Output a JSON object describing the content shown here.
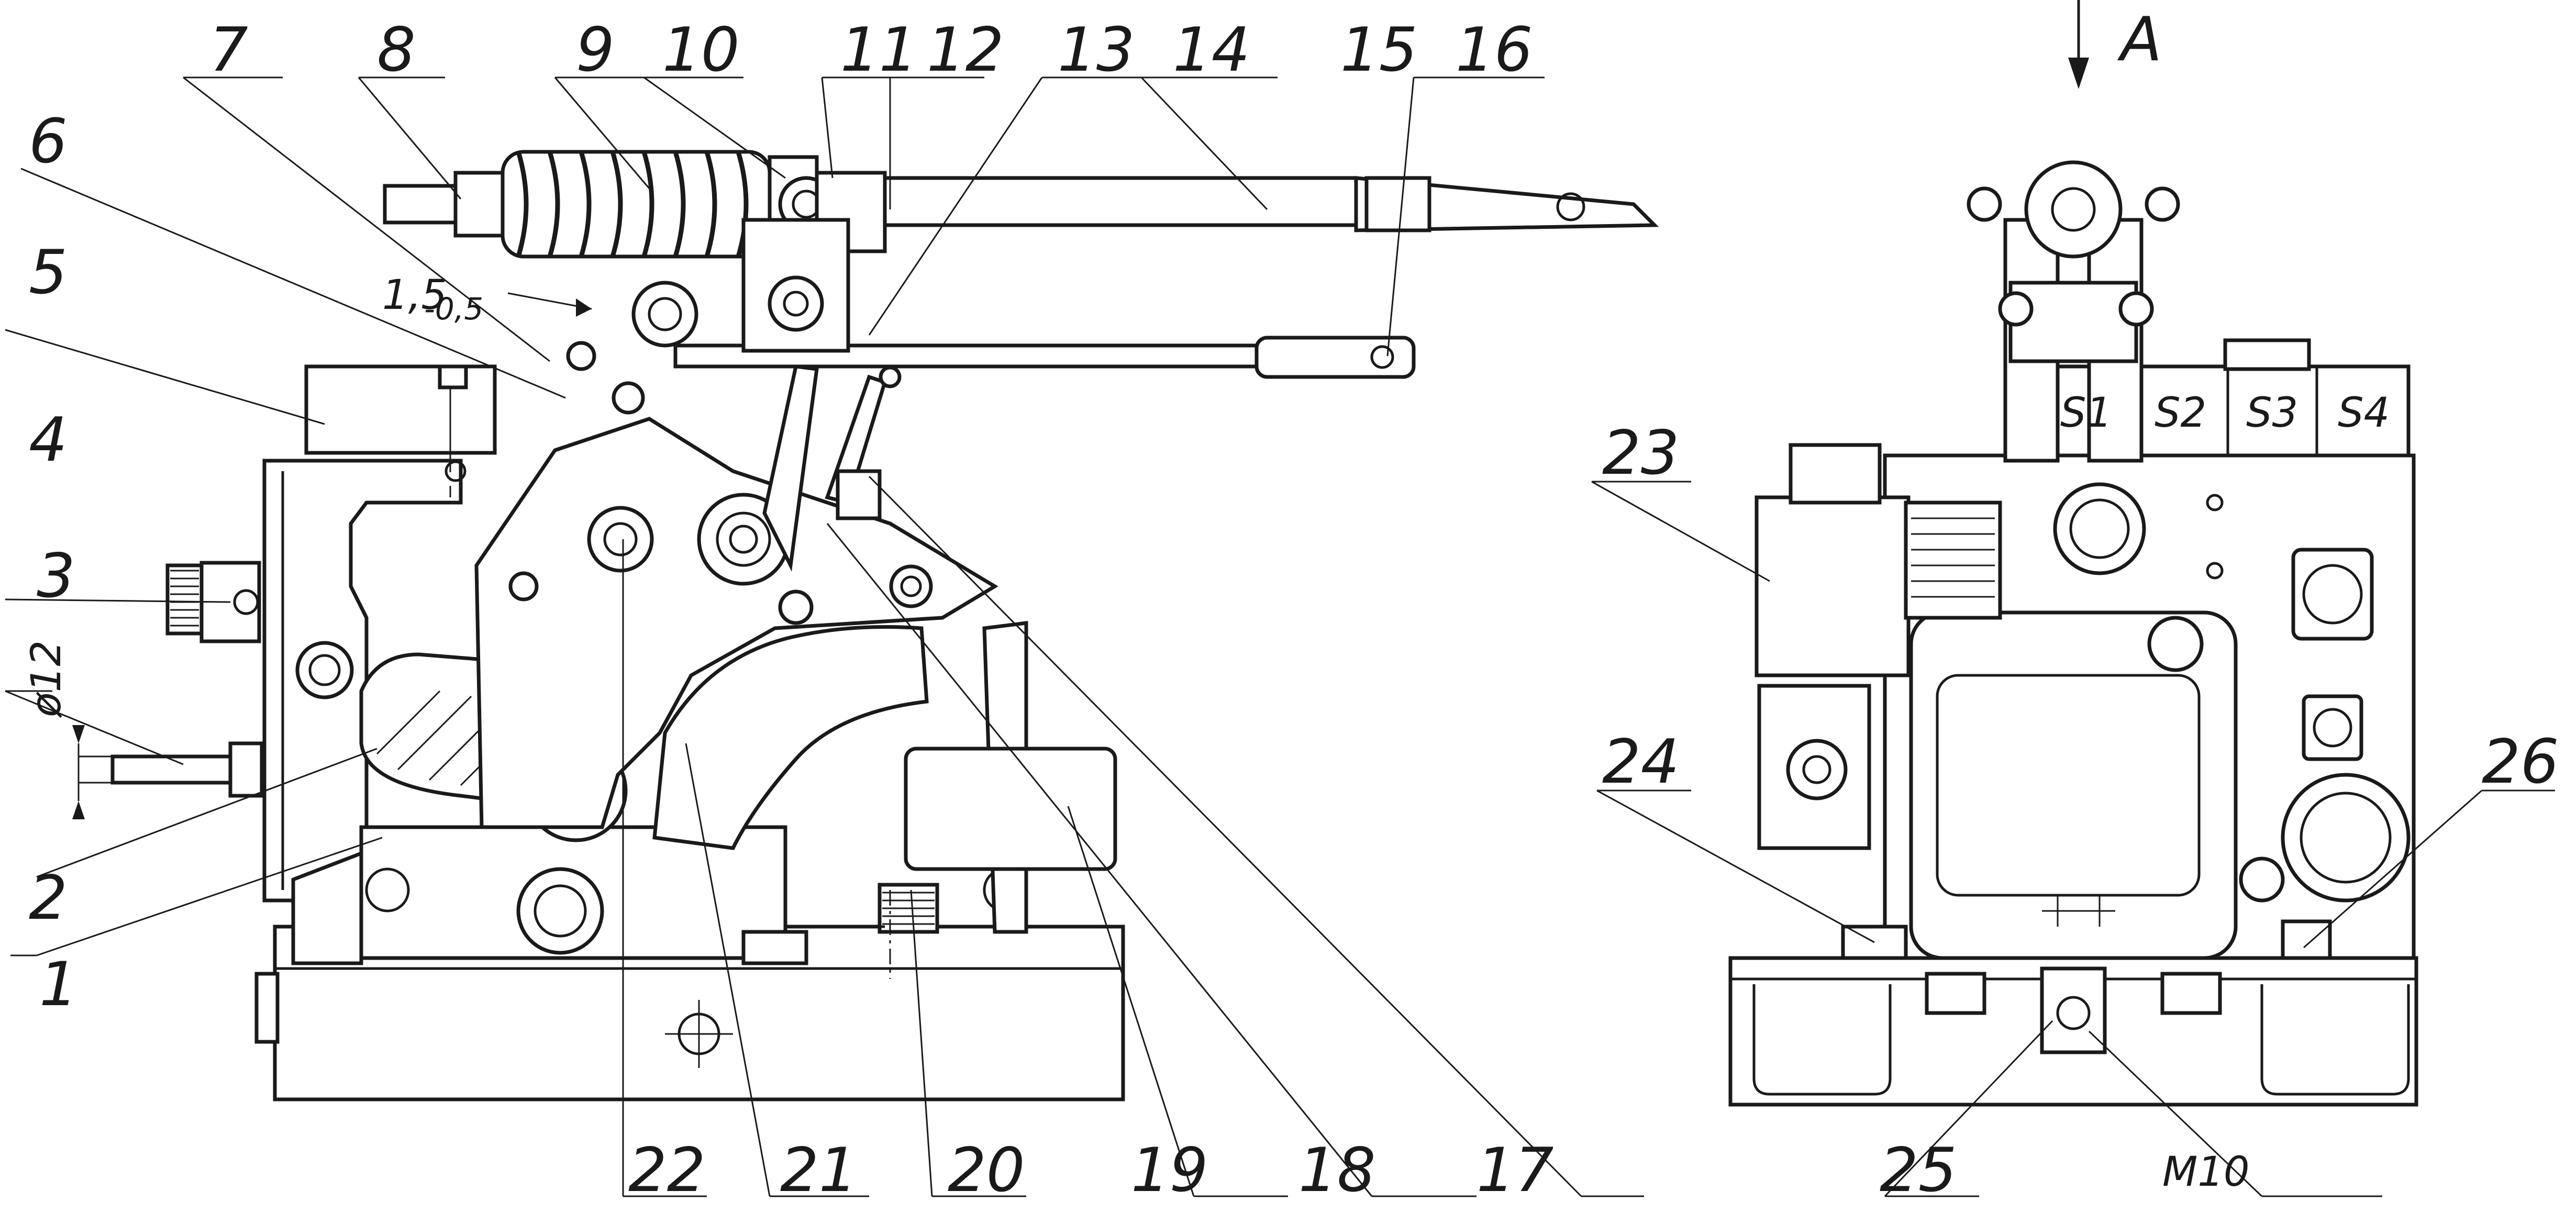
{
  "callouts": {
    "c1": "1",
    "c2": "2",
    "c3": "3",
    "c4": "4",
    "c5": "5",
    "c6": "6",
    "c7": "7",
    "c8": "8",
    "c9": "9",
    "c10": "10",
    "c11": "11",
    "c12": "12",
    "c13": "13",
    "c14": "14",
    "c15": "15",
    "c16": "16",
    "c17": "17",
    "c18": "18",
    "c19": "19",
    "c20": "20",
    "c21": "21",
    "c22": "22",
    "c23": "23",
    "c24": "24",
    "c25": "25",
    "c26": "26"
  },
  "dimensions": {
    "gap_main": "1,5",
    "gap_tolerance": "-0,5",
    "diameter": "ø12",
    "thread": "M10"
  },
  "view": {
    "arrow_label": "A"
  },
  "switches": {
    "s1": "S1",
    "s2": "S2",
    "s3": "S3",
    "s4": "S4"
  }
}
